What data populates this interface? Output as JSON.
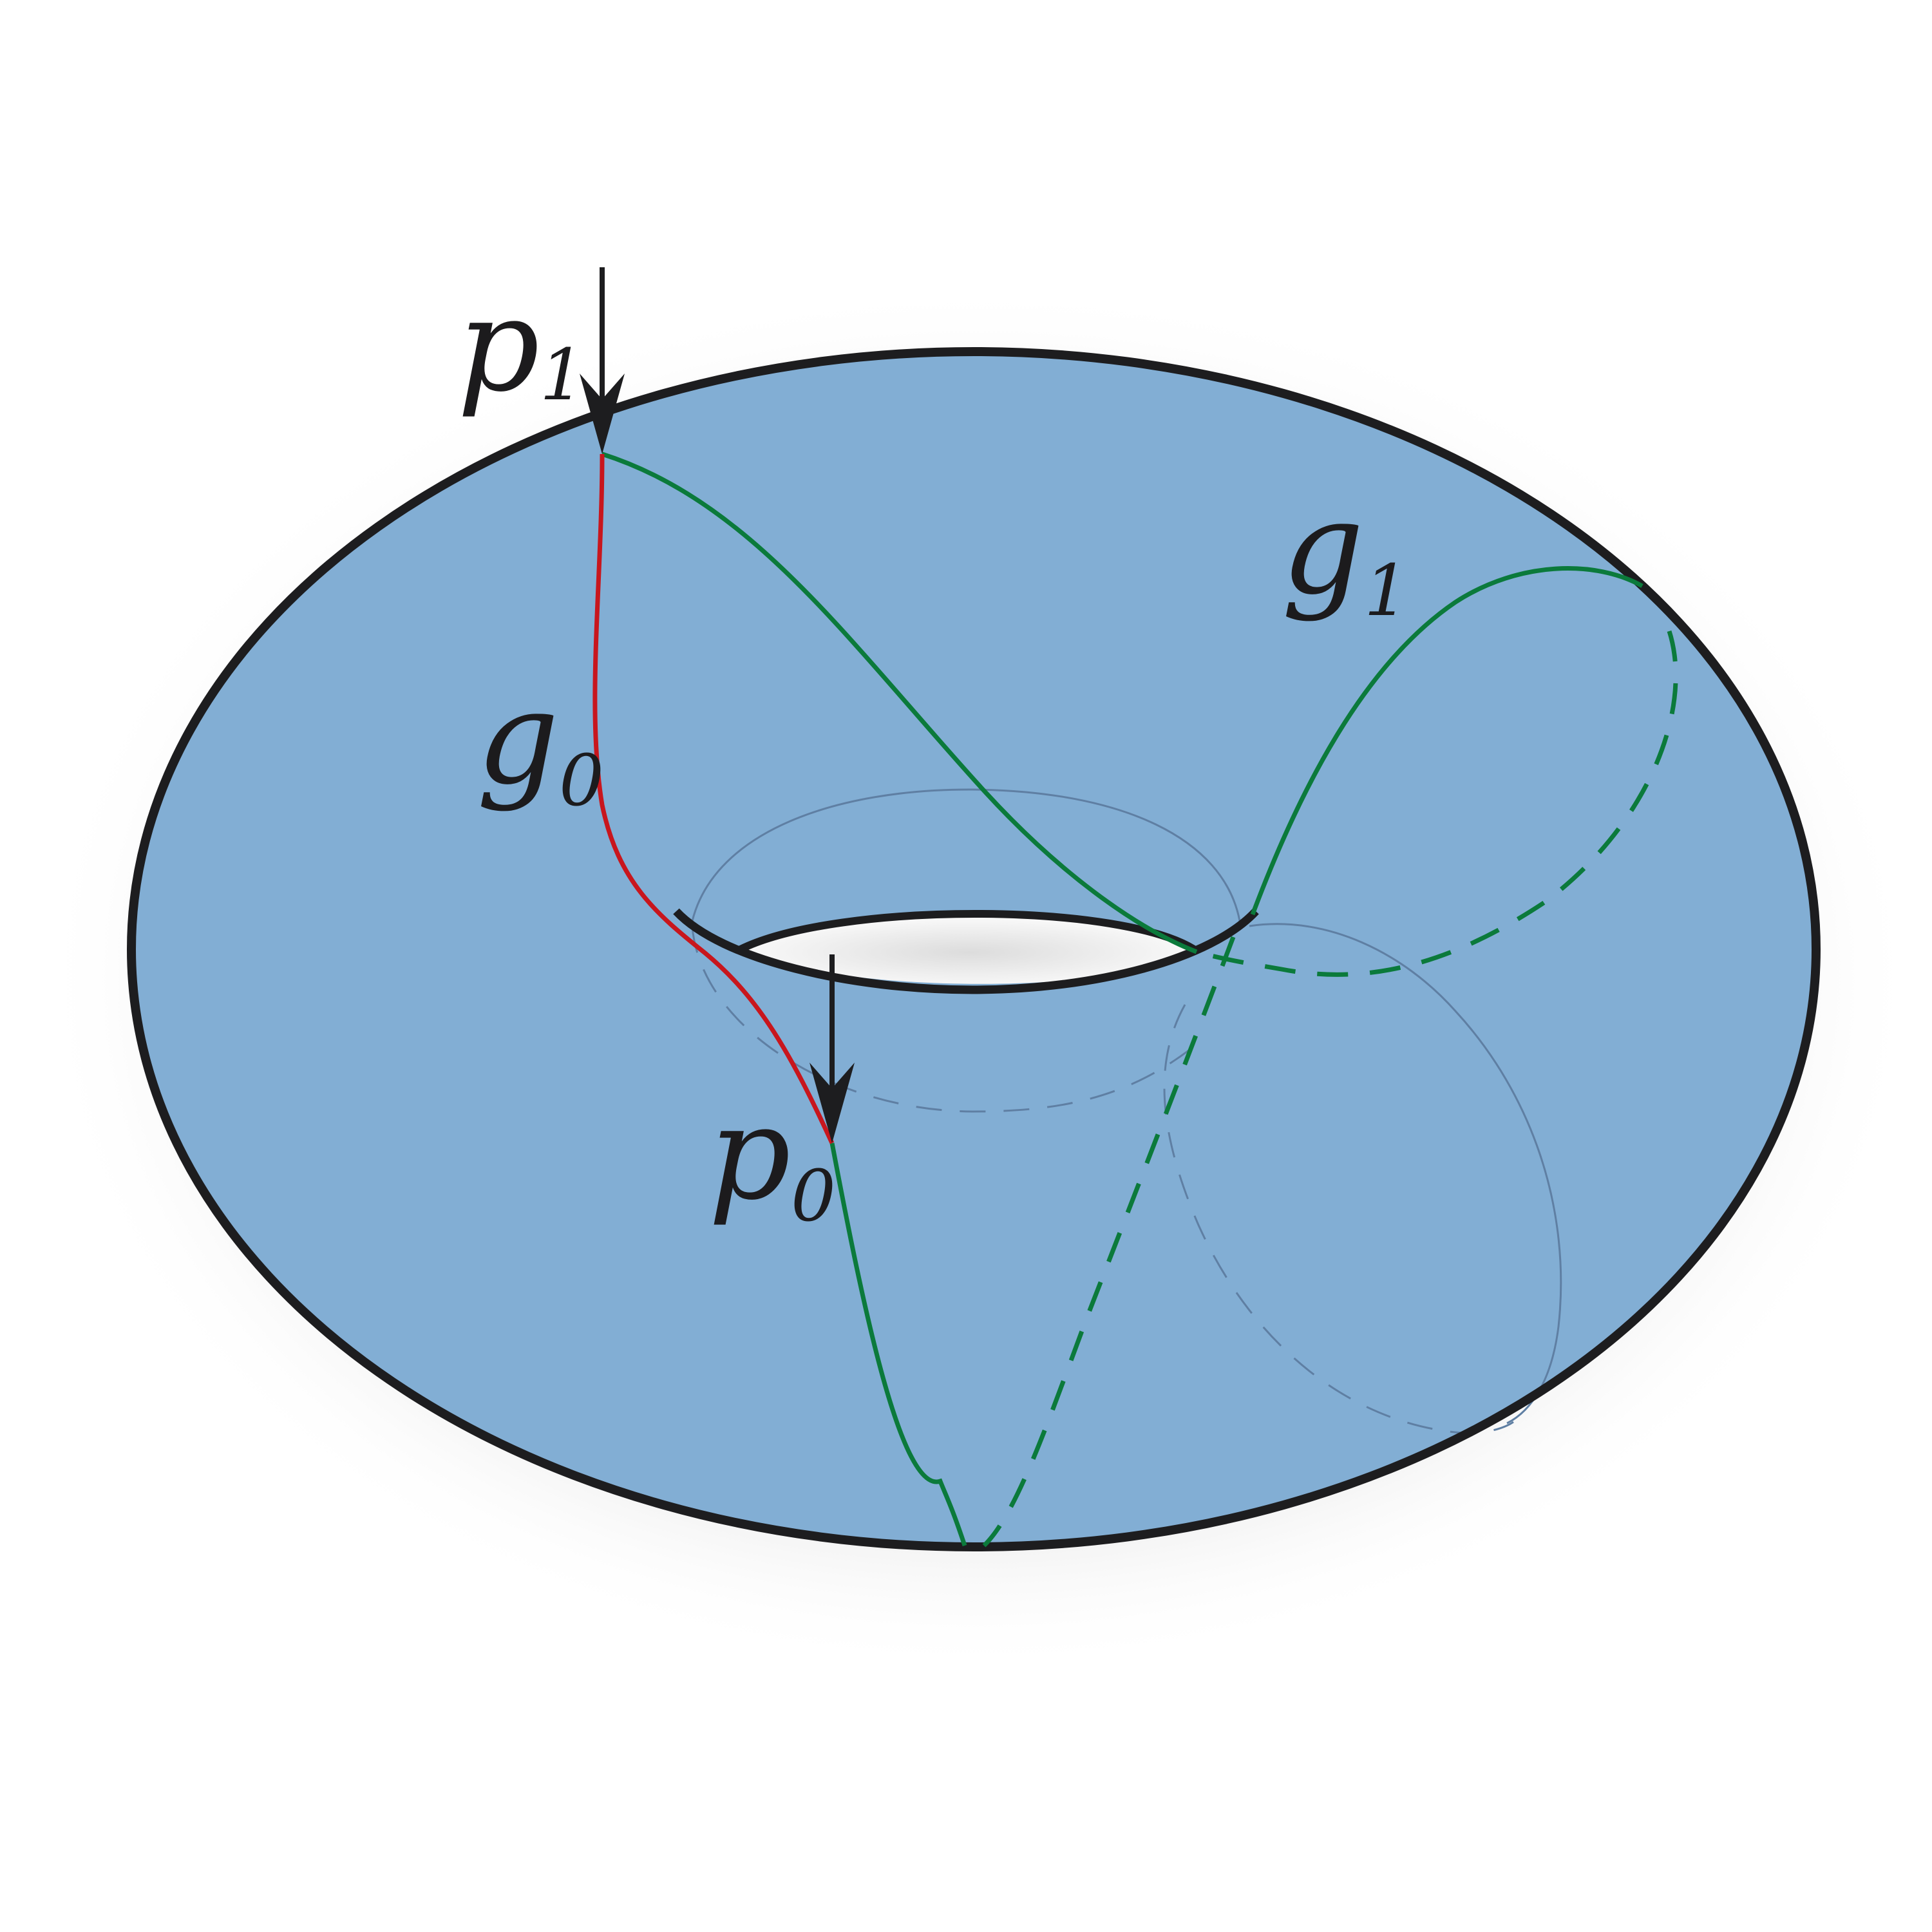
{
  "colors": {
    "torus_fill": "#82aed4",
    "outline": "#1d1d1f",
    "geodesic_g0": "#c8161d",
    "geodesic_g1": "#0b7a3b",
    "hidden_lines": "#5f7fa3",
    "shadow": "#bdbdbd",
    "hole": "#f2f2f2"
  },
  "labels": {
    "p1": {
      "base": "p",
      "sub": "1"
    },
    "p0": {
      "base": "p",
      "sub": "0"
    },
    "g0": {
      "base": "g",
      "sub": "0"
    },
    "g1": {
      "base": "g",
      "sub": "1"
    }
  }
}
